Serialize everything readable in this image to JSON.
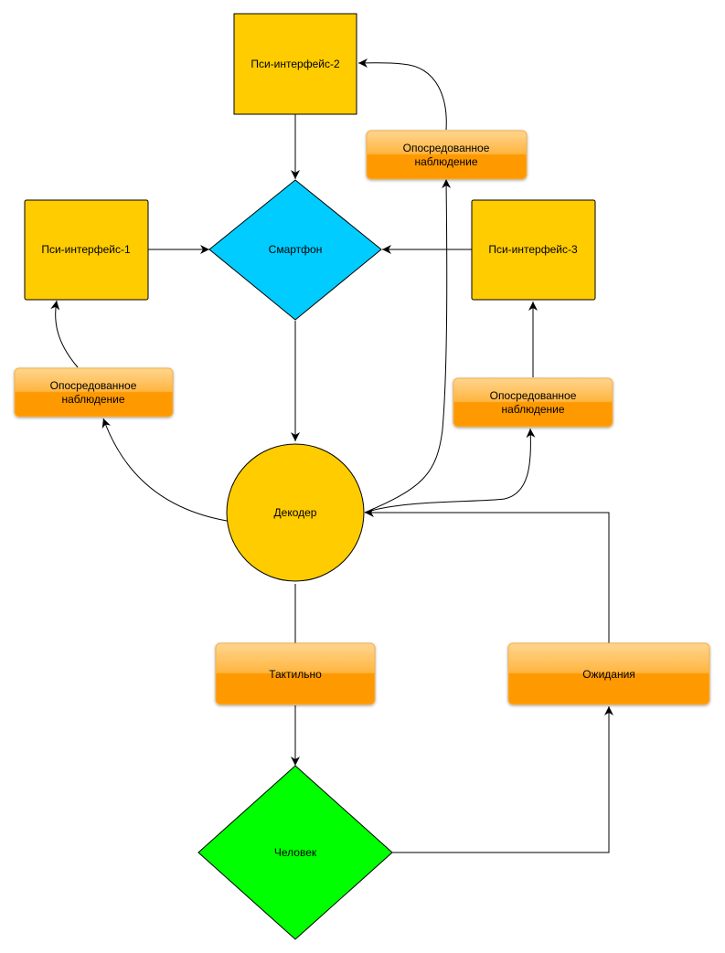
{
  "nodes": {
    "psi2": {
      "label": "Пси-интерфейс-2",
      "fill": "#FFCC00"
    },
    "psi1": {
      "label": "Пси-интерфейс-1",
      "fill": "#FFCC00"
    },
    "psi3": {
      "label": "Пси-интерфейс-3",
      "fill": "#FFCC00"
    },
    "smartphone": {
      "label": "Смартфон",
      "fill": "#00CCFF"
    },
    "decoder": {
      "label": "Декодер",
      "fill": "#FFCC00"
    },
    "human": {
      "label": "Человек",
      "fill": "#00FF00"
    },
    "obs_top": {
      "line1": "Опосредованное",
      "line2": "наблюдение"
    },
    "obs_left": {
      "line1": "Опосредованное",
      "line2": "наблюдение"
    },
    "obs_right": {
      "line1": "Опосредованное",
      "line2": "наблюдение"
    },
    "tactile": {
      "label": "Тактильно"
    },
    "expectations": {
      "label": "Ожидания"
    }
  },
  "colors": {
    "orange_top": "#FFC266",
    "orange_bottom": "#FF9900",
    "orange_border": "#F5B04A",
    "edge": "#000000"
  }
}
